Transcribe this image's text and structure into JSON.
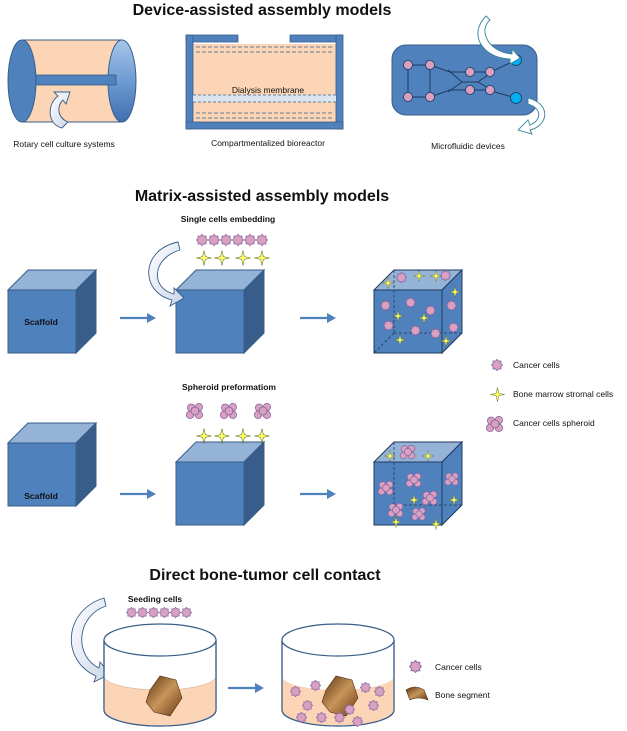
{
  "sections": {
    "device": {
      "title": "Device-assisted assembly models",
      "rotary_label": "Rotary cell culture systems",
      "dialysis_label": "Dialysis membrane",
      "bioreactor_label": "Compartmentalized bioreactor",
      "microfluidic_label": "Microfluidic devices"
    },
    "matrix": {
      "title": "Matrix-assisted assembly models",
      "single_label": "Single cells embedding",
      "spheroid_label": "Spheroid preformatiom",
      "scaffold_label": "Scaffold"
    },
    "direct": {
      "title": "Direct bone-tumor cell contact",
      "seeding_label": "Seeding cells"
    }
  },
  "legend_matrix": {
    "cancer_cells": "Cancer cells",
    "stromal_cells": "Bone marrow stromal cells",
    "spheroid": "Cancer cells spheroid"
  },
  "legend_direct": {
    "cancer_cells": "Cancer cells",
    "bone_segment": "Bone segment"
  },
  "colors": {
    "blue": "#4f81bd",
    "blue_dark": "#385d8a",
    "peach": "#fbd5b5",
    "cell_pink": "#d9a0c0",
    "star_yellow": "#ffff66",
    "arrow_blue": "#4f81bd"
  }
}
